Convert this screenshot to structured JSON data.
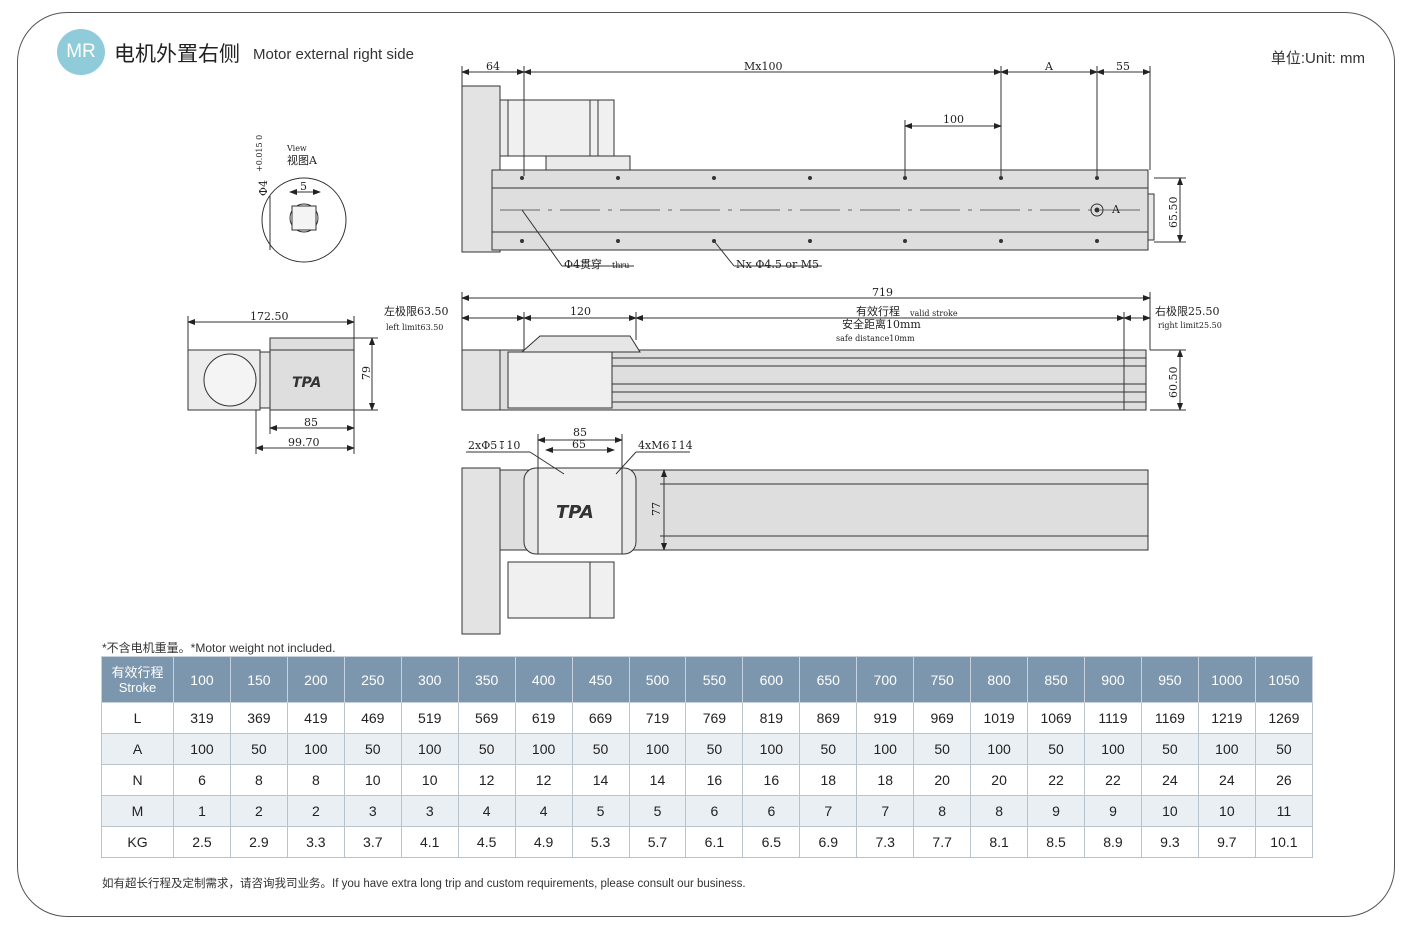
{
  "header": {
    "badge": "MR",
    "title_cn": "电机外置右侧",
    "title_en": "Motor external right side",
    "unit": "单位:Unit: mm"
  },
  "drawing": {
    "top_dims": {
      "d64": "64",
      "mx100": "Mx100",
      "a": "A",
      "d55": "55",
      "d100": "100",
      "d65_50": "65.50"
    },
    "callouts": {
      "thru": "Φ4贯穿",
      "thru_en": "thru",
      "holes": "Nx Φ4.5 or M5",
      "a_mark": "A"
    },
    "view": {
      "view_en": "View",
      "view_cn": "视图A",
      "d5": "5",
      "dphi4": "Φ4",
      "tol": "+0.015 0"
    },
    "side": {
      "d719": "719",
      "left_limit": "左极限63.50",
      "left_limit_en": "left limit63.50",
      "d120": "120",
      "stroke": "有效行程",
      "stroke_en": "valid stroke",
      "safe": "安全距离10mm",
      "safe_en": "safe distance10mm",
      "right_limit": "右极限25.50",
      "right_limit_en": "right limit25.50",
      "d60_50": "60.50"
    },
    "end": {
      "d172_50": "172.50",
      "d79": "79",
      "d85": "85",
      "d99_70": "99.70",
      "logo": "TPA"
    },
    "bottom": {
      "holes_left": "2xΦ5↧10",
      "d85": "85",
      "d65": "65",
      "holes_right": "4xM6↧14",
      "d77": "77",
      "logo": "TPA"
    }
  },
  "note": "*不含电机重量。*Motor weight not included.",
  "footer": "如有超长行程及定制需求，请咨询我司业务。If you have extra long trip and custom requirements, please consult our business.",
  "table": {
    "header_cn": "有效行程",
    "header_en": "Stroke",
    "strokes": [
      "100",
      "150",
      "200",
      "250",
      "300",
      "350",
      "400",
      "450",
      "500",
      "550",
      "600",
      "650",
      "700",
      "750",
      "800",
      "850",
      "900",
      "950",
      "1000",
      "1050"
    ],
    "rows": [
      {
        "label": "L",
        "values": [
          "319",
          "369",
          "419",
          "469",
          "519",
          "569",
          "619",
          "669",
          "719",
          "769",
          "819",
          "869",
          "919",
          "969",
          "1019",
          "1069",
          "1119",
          "1169",
          "1219",
          "1269"
        ]
      },
      {
        "label": "A",
        "values": [
          "100",
          "50",
          "100",
          "50",
          "100",
          "50",
          "100",
          "50",
          "100",
          "50",
          "100",
          "50",
          "100",
          "50",
          "100",
          "50",
          "100",
          "50",
          "100",
          "50"
        ]
      },
      {
        "label": "N",
        "values": [
          "6",
          "8",
          "8",
          "10",
          "10",
          "12",
          "12",
          "14",
          "14",
          "16",
          "16",
          "18",
          "18",
          "20",
          "20",
          "22",
          "22",
          "24",
          "24",
          "26"
        ]
      },
      {
        "label": "M",
        "values": [
          "1",
          "2",
          "2",
          "3",
          "3",
          "4",
          "4",
          "5",
          "5",
          "6",
          "6",
          "7",
          "7",
          "8",
          "8",
          "9",
          "9",
          "10",
          "10",
          "11"
        ]
      },
      {
        "label": "KG",
        "values": [
          "2.5",
          "2.9",
          "3.3",
          "3.7",
          "4.1",
          "4.5",
          "4.9",
          "5.3",
          "5.7",
          "6.1",
          "6.5",
          "6.9",
          "7.3",
          "7.7",
          "8.1",
          "8.5",
          "8.9",
          "9.3",
          "9.7",
          "10.1"
        ]
      }
    ]
  }
}
